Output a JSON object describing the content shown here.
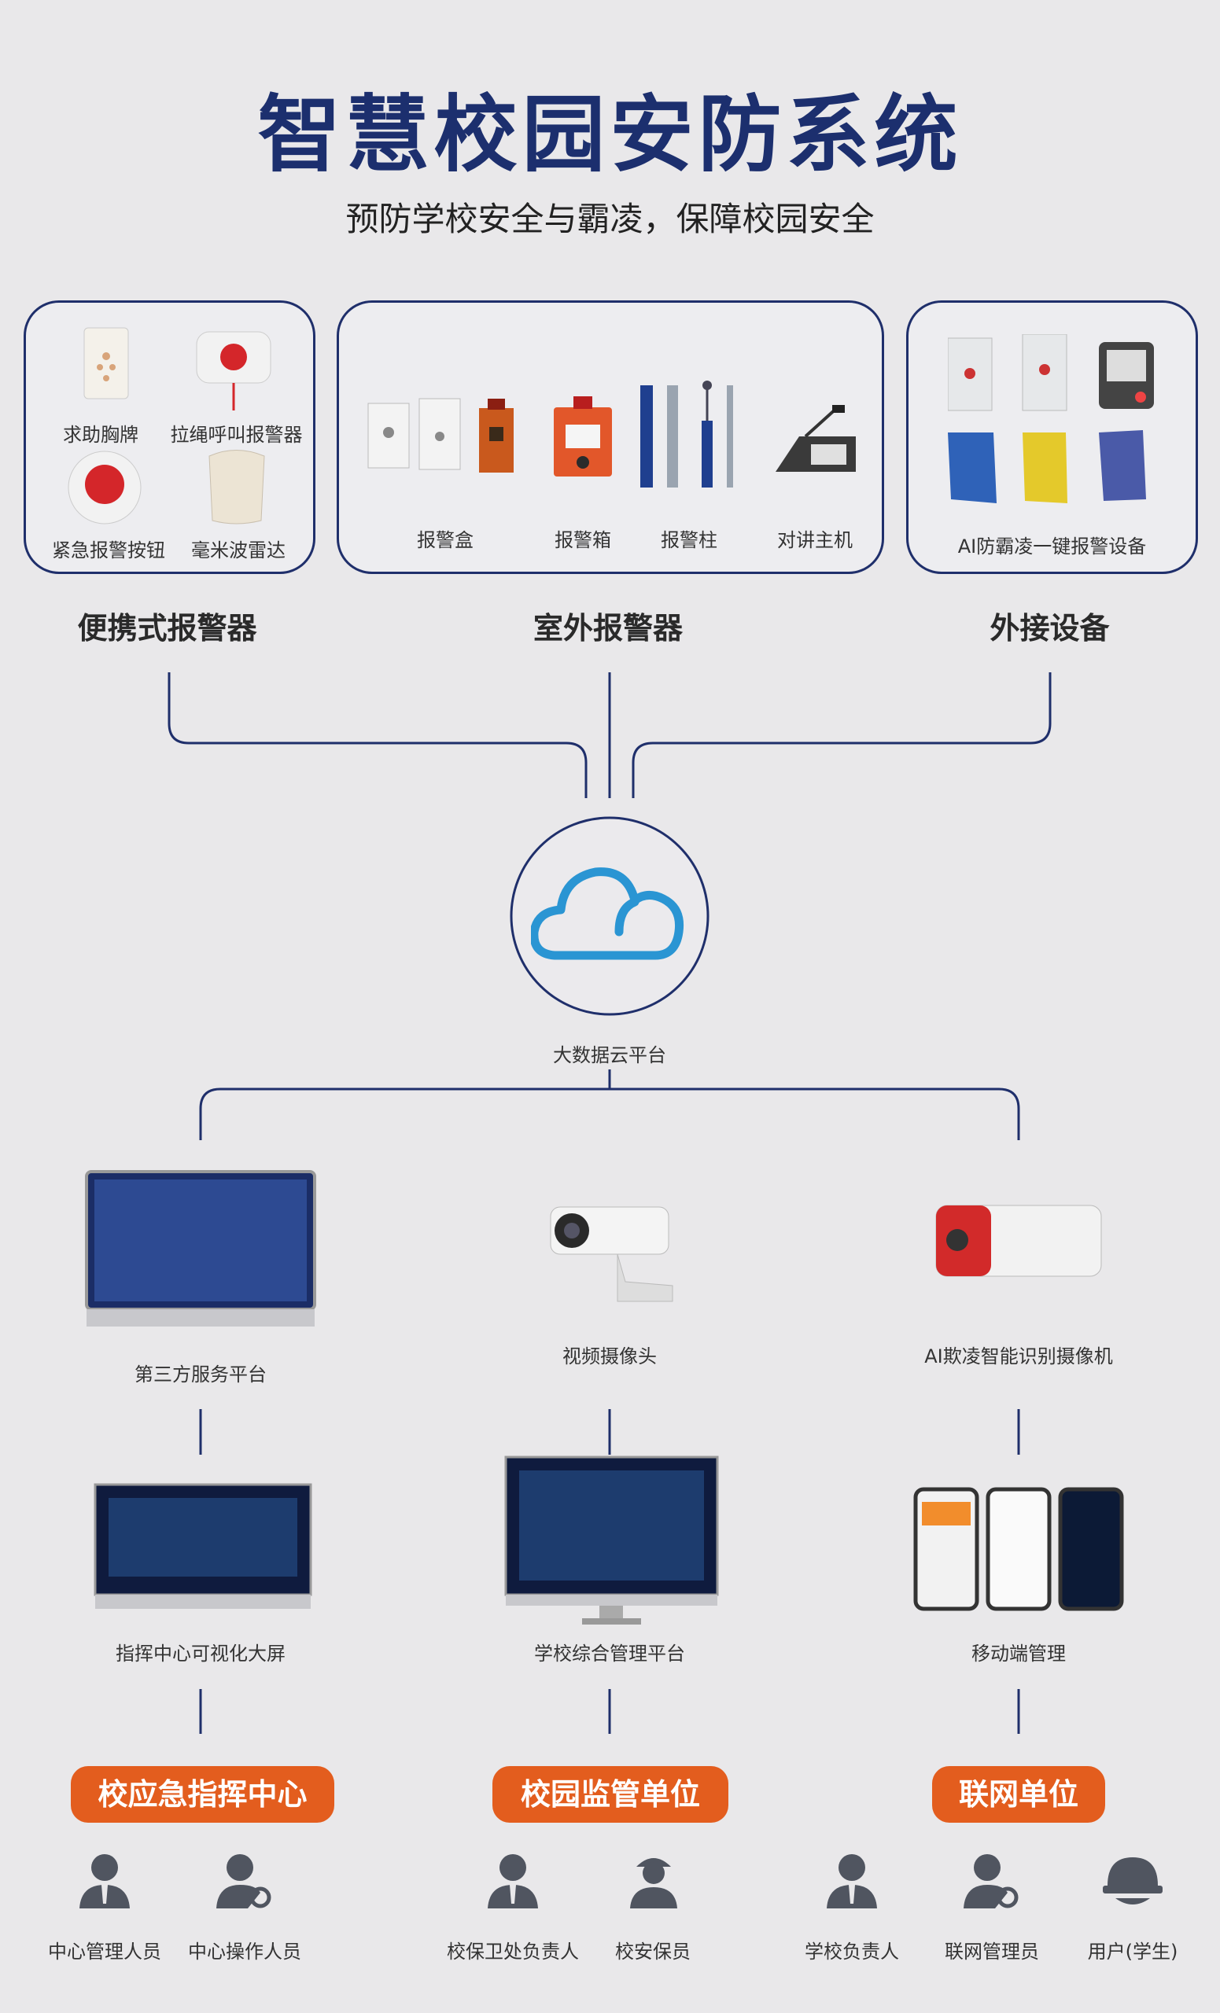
{
  "title": "智慧校园安防系统",
  "subtitle": "预防学校安全与霸凌，保障校园安全",
  "groups": {
    "portable": {
      "title": "便携式报警器",
      "devices": [
        "求助胸牌",
        "拉绳呼叫报警器",
        "紧急报警按钮",
        "毫米波雷达"
      ]
    },
    "outdoor": {
      "title": "室外报警器",
      "devices": [
        "报警盒",
        "报警箱",
        "报警柱",
        "对讲主机"
      ]
    },
    "external": {
      "title": "外接设备",
      "devices": [
        "AI防霸凌一键报警设备"
      ]
    }
  },
  "cloud": {
    "label": "大数据云平台"
  },
  "row1": [
    "第三方服务平台",
    "视频摄像头",
    "AI欺凌智能识别摄像机"
  ],
  "row2": [
    "指挥中心可视化大屏",
    "学校综合管理平台",
    "移动端管理"
  ],
  "units": [
    "校应急指挥中心",
    "校园监管单位",
    "联网单位"
  ],
  "people": [
    "中心管理人员",
    "中心操作人员",
    "校保卫处负责人",
    "校安保员",
    "学校负责人",
    "联网管理员",
    "用户(学生)"
  ],
  "colors": {
    "navy": "#1c2f6e",
    "orange": "#e35d1e",
    "cloud_blue": "#2a95d3",
    "icon_gray": "#505560"
  }
}
